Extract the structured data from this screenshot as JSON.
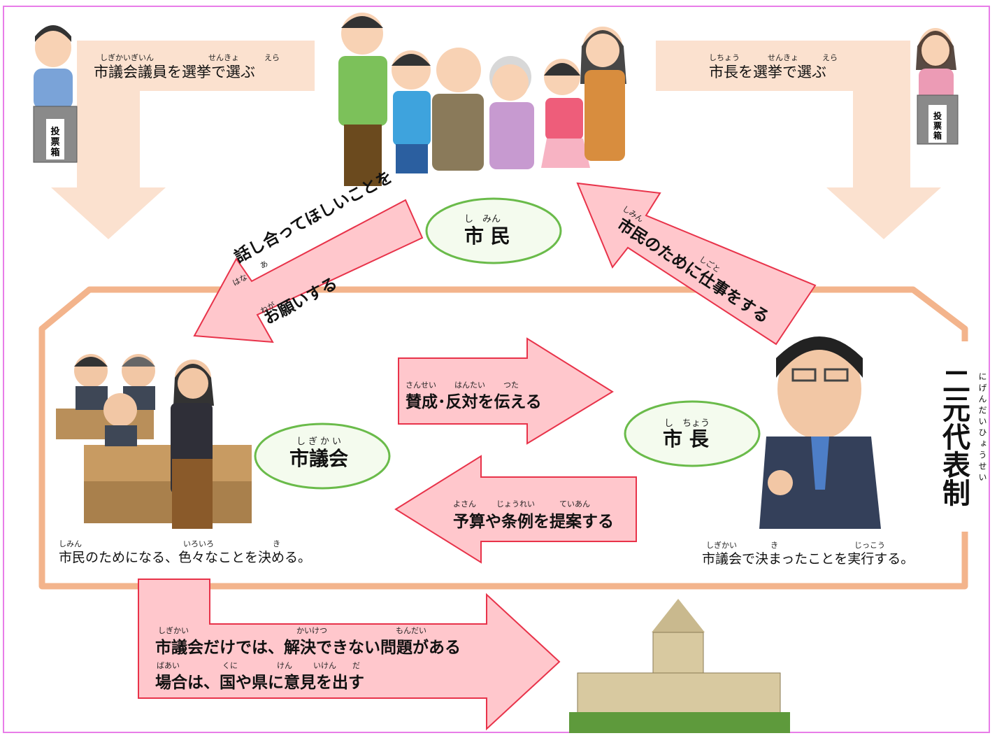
{
  "top_left_banner": {
    "text": "市議会議員を選挙で選ぶ",
    "ruby": [
      "しぎかいぎいん",
      "せんきょ",
      "えら"
    ]
  },
  "top_right_banner": {
    "text": "市長を選挙で選ぶ",
    "ruby": [
      "しちょう",
      "せんきょ",
      "えら"
    ]
  },
  "ballot_box_label": "投票箱",
  "citizens_oval": {
    "text": "市 民",
    "ruby": "し　みん"
  },
  "arrow_request": {
    "line1": "話し合ってほしいことを",
    "line2": "お願いする",
    "ruby1": "はな",
    "ruby2": "あ",
    "ruby3": "ねが"
  },
  "arrow_work": {
    "text": "市民のために仕事をする",
    "ruby1": "しみん",
    "ruby2": "しごと"
  },
  "council_oval": {
    "text": "市議会",
    "ruby": "しぎかい"
  },
  "mayor_oval": {
    "text": "市 長",
    "ruby": "し　ちょう"
  },
  "arrow_vote": {
    "text": "賛成･反対を伝える",
    "ruby": [
      "さんせい",
      "はんたい",
      "つた"
    ]
  },
  "arrow_budget": {
    "text": "予算や条例を提案する",
    "ruby": [
      "よさん",
      "じょうれい",
      "ていあん"
    ]
  },
  "council_caption": {
    "text": "市民のためになる、色々なことを決める。",
    "ruby": [
      "しみん",
      "いろいろ",
      "き"
    ]
  },
  "mayor_caption": {
    "text": "市議会で決まったことを実行する。",
    "ruby": [
      "しぎかい",
      "き",
      "じっこう"
    ]
  },
  "system_label": {
    "text": "二元代表制",
    "ruby": "にげんだいひょうせい"
  },
  "arrow_nation": {
    "line1": "市議会だけでは、解決できない問題がある",
    "line2": "場合は、国や県に意見を出す",
    "ruby": [
      "しぎかい",
      "かいけつ",
      "もんだい",
      "ばあい",
      "くに",
      "けん",
      "いけん",
      "だ"
    ]
  },
  "colors": {
    "pink_arrow": "#ffc7cc",
    "arrow_border": "#e8334a",
    "peach_arrow": "#fbe1cf",
    "box_border": "#f3b48c",
    "oval_border": "#6abb4a",
    "oval_fill": "#f4fbee",
    "frame": "#e87de8"
  }
}
